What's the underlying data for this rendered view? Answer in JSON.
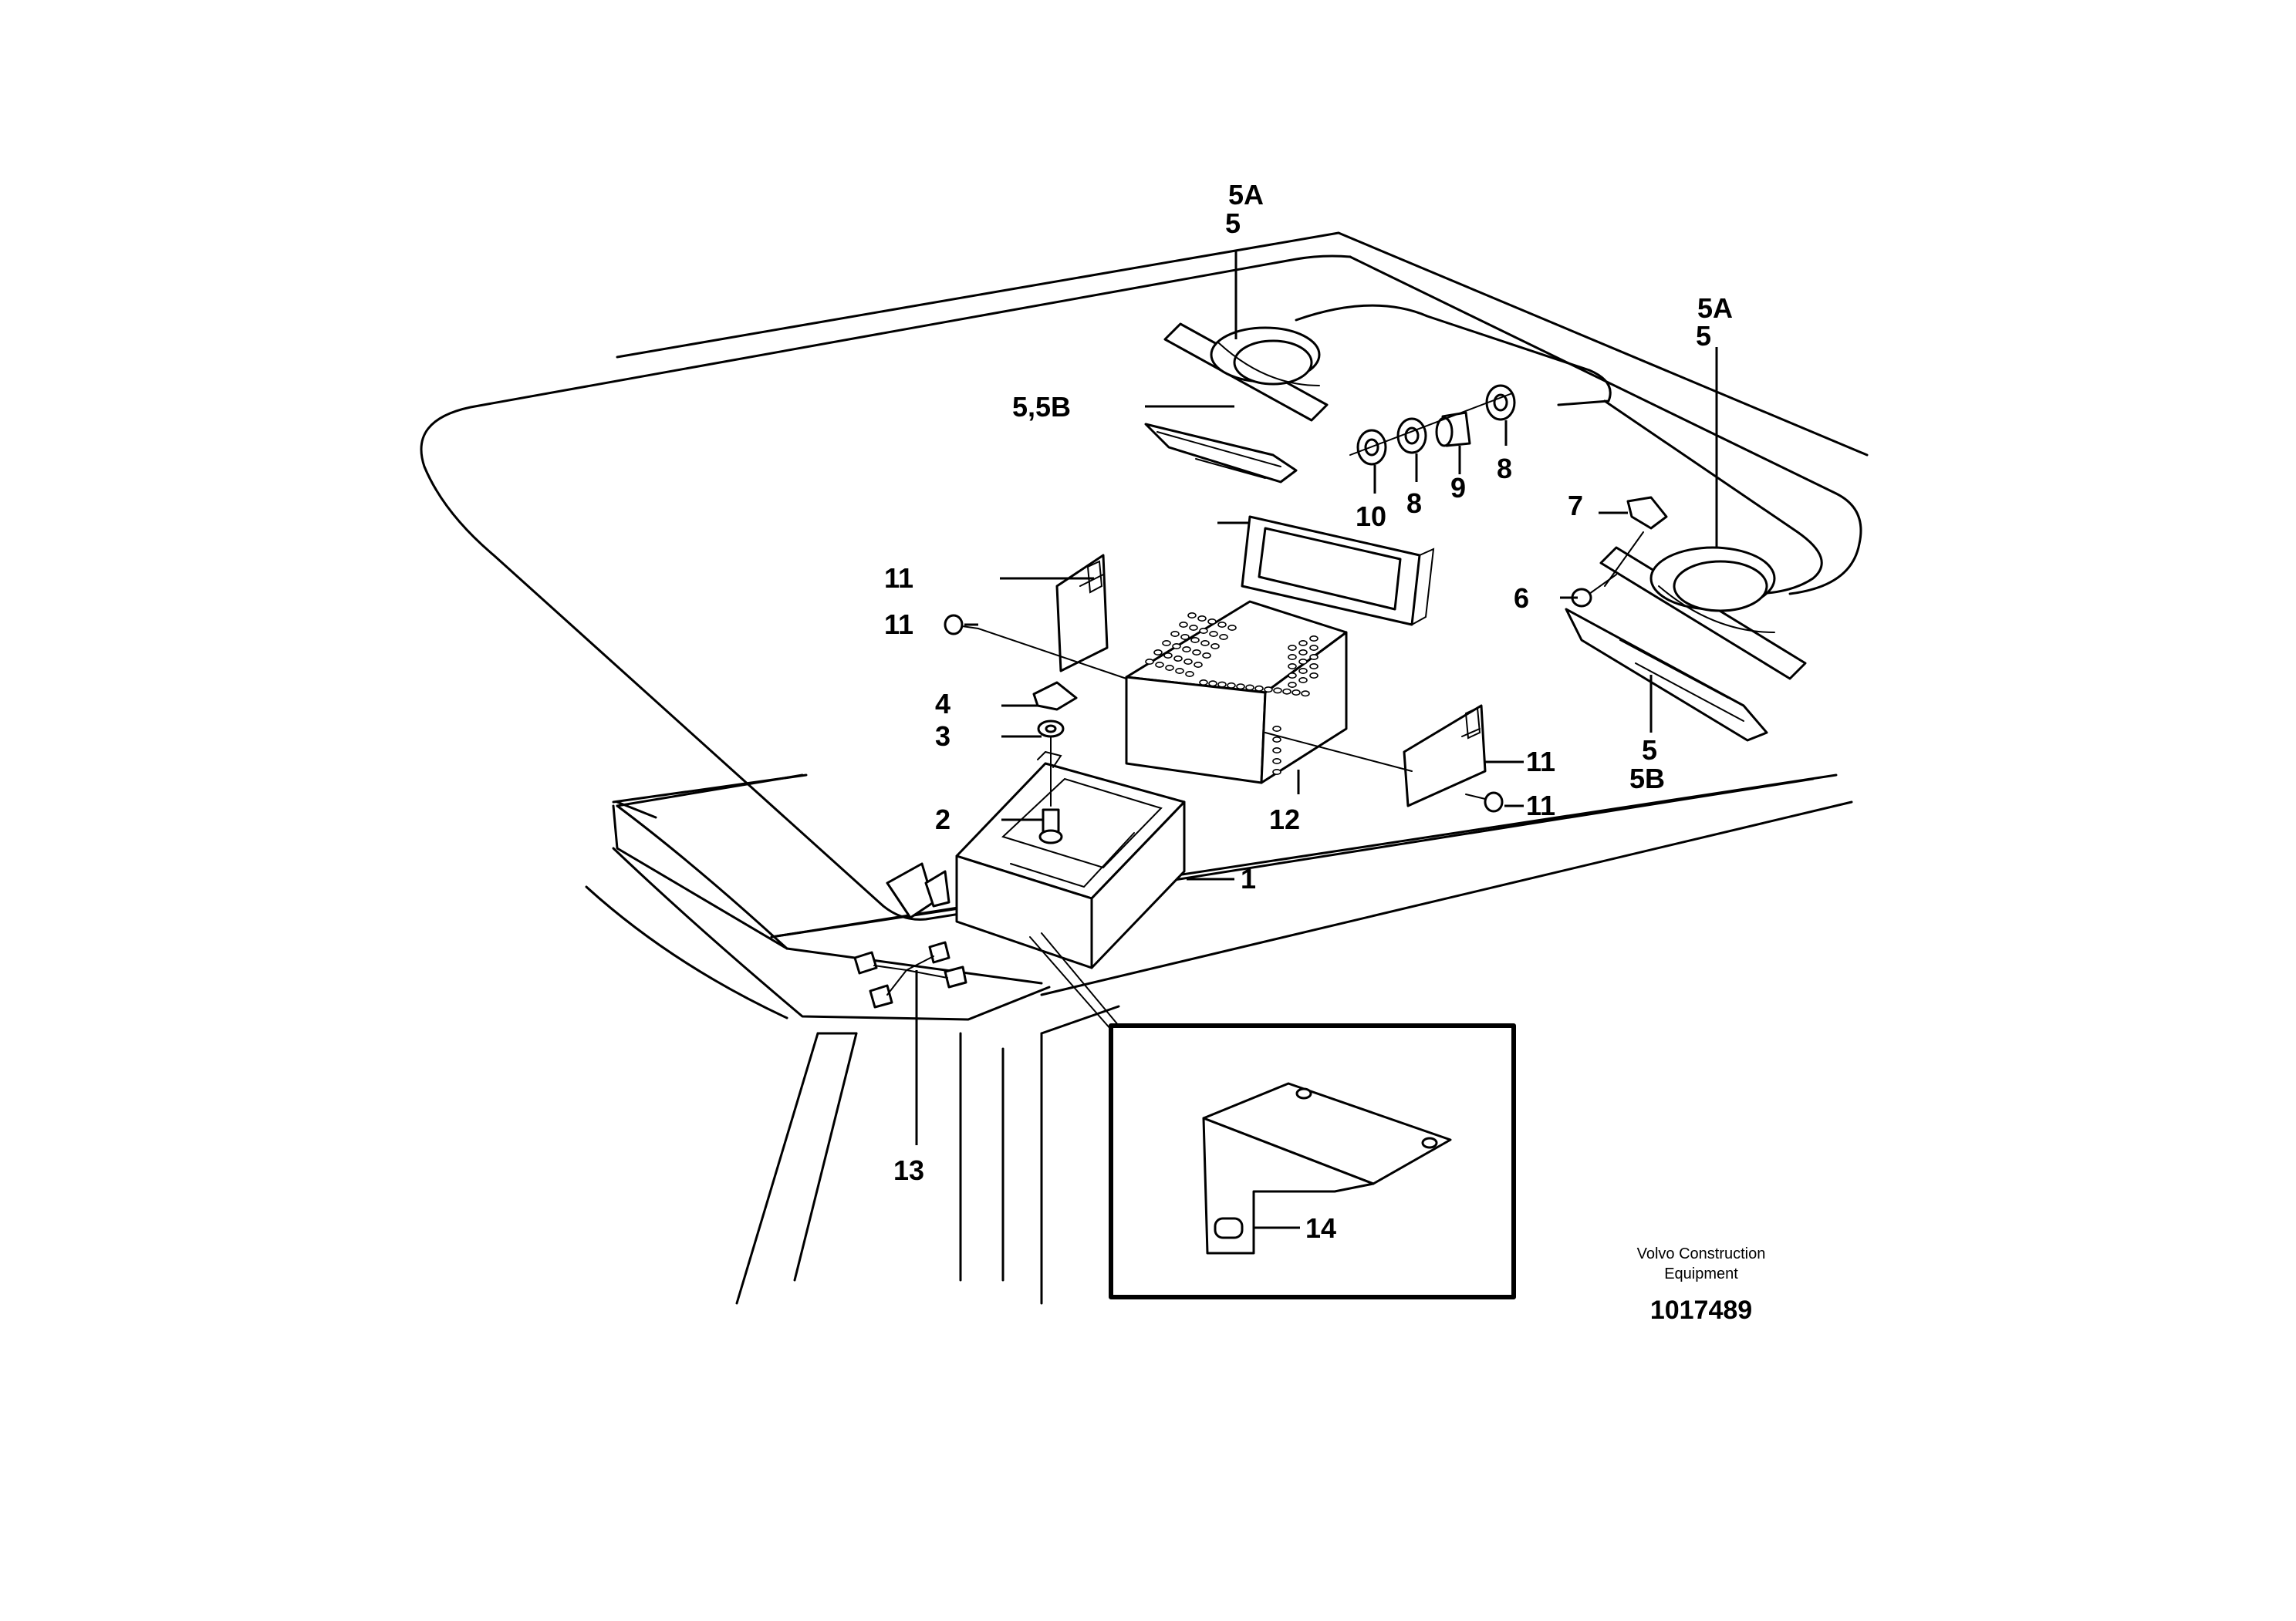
{
  "callouts": {
    "c1": "1",
    "c2": "2",
    "c3": "3",
    "c4": "4",
    "c5a_left_a": "5A",
    "c5a_left_b": "5",
    "c5a_right_a": "5A",
    "c5a_right_b": "5",
    "c55b": "5,5B",
    "c5b_bottom_a": "5",
    "c5b_bottom_b": "5B",
    "c6": "6",
    "c7": "7",
    "c8_left": "8",
    "c8_right": "8",
    "c9": "9",
    "c10": "10",
    "c11_top": "11",
    "c11_screw": "11",
    "c11_right": "11",
    "c11_right_screw": "11",
    "c12": "12",
    "c13": "13",
    "c14": "14"
  },
  "footer": {
    "company_line1": "Volvo Construction",
    "company_line2": "Equipment",
    "drawing_number": "1017489"
  }
}
